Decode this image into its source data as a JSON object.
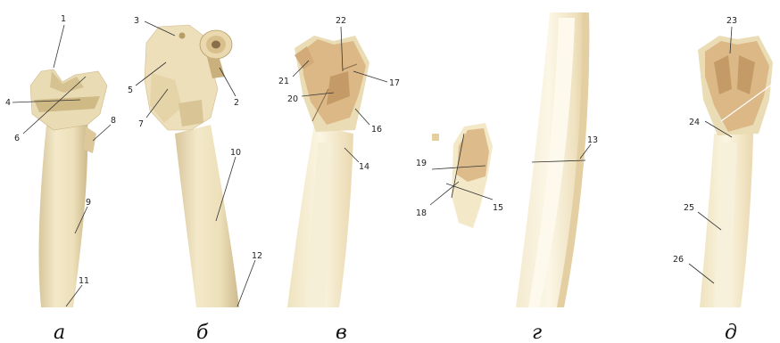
{
  "panels": {
    "a": {
      "caption": "а",
      "labels": {
        "1": "1",
        "4": "4",
        "6": "6",
        "8": "8",
        "9": "9",
        "11": "11"
      }
    },
    "b": {
      "caption": "б",
      "labels": {
        "2": "2",
        "3": "3",
        "5": "5",
        "7": "7",
        "10": "10",
        "12": "12"
      }
    },
    "v": {
      "caption": "в",
      "labels": {
        "14": "14",
        "16": "16",
        "17": "17",
        "20": "20",
        "21": "21",
        "22": "22"
      }
    },
    "fragment": {
      "labels": {
        "15": "15",
        "18": "18",
        "19": "19"
      }
    },
    "g": {
      "caption": "г",
      "labels": {
        "13": "13"
      }
    },
    "d": {
      "caption": "д",
      "labels": {
        "23": "23",
        "24": "24",
        "25": "25",
        "26": "26"
      }
    }
  },
  "colors": {
    "bone": "#f1e7c6",
    "bone_light": "#f8f1dc",
    "bone_shadow": "#d9c9a0",
    "cancellous": "#ddb987",
    "cancellous_dark": "#c9a06e",
    "cavity": "#8a6e4a"
  }
}
